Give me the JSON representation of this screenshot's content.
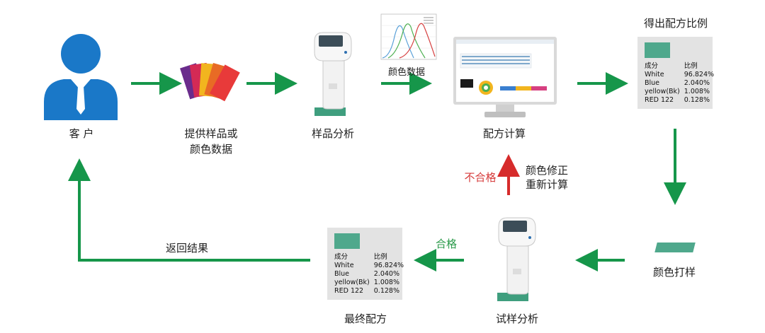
{
  "nodes": {
    "customer": "客 户",
    "provide_line1": "提供样品或",
    "provide_line2": "颜色数据",
    "sample_analysis": "样品分析",
    "color_data": "颜色数据",
    "formula_calc": "配方计算",
    "get_ratio": "得出配方比例",
    "color_sample": "颜色打样",
    "trial_analysis": "试样分析",
    "final_formula": "最终配方",
    "return_result": "返回结果",
    "unqualified": "不合格",
    "correct_line1": "颜色修正",
    "correct_line2": "重新计算",
    "qualified": "合格"
  },
  "colors": {
    "arrow_green": "#16964a",
    "arrow_red": "#d62b2b",
    "swatch": "#4fa88c",
    "user_blue": "#1a78c8"
  },
  "ratio_card": {
    "header_component": "成分",
    "header_ratio": "比例",
    "rows": [
      {
        "name": "White",
        "value": "96.824%"
      },
      {
        "name": "Blue",
        "value": "2.040%"
      },
      {
        "name": "yellow(Bk)",
        "value": "1.008%"
      },
      {
        "name": "RED 122",
        "value": "0.128%"
      }
    ]
  },
  "final_card": {
    "header_component": "成分",
    "header_ratio": "比例",
    "rows": [
      {
        "name": "White",
        "value": "96.824%"
      },
      {
        "name": "Blue",
        "value": "2.040%"
      },
      {
        "name": "yellow(Bk)",
        "value": "1.008%"
      },
      {
        "name": "RED 122",
        "value": "0.128%"
      }
    ]
  }
}
